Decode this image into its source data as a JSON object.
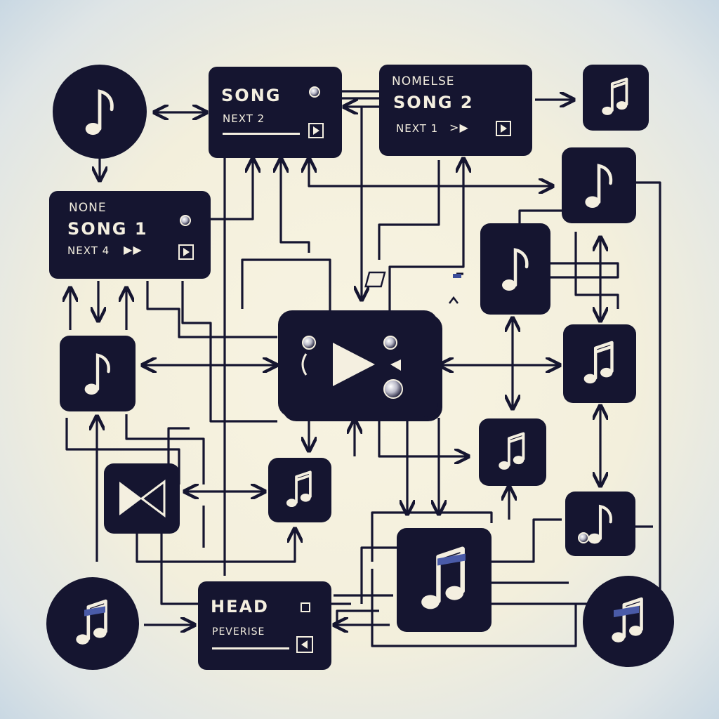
{
  "player_cards": {
    "song_card": {
      "title": "SONG",
      "next": "NEXT 2"
    },
    "song2_card": {
      "header": "NOMELSE",
      "title": "SONG 2",
      "next": "NEXT 1"
    },
    "song1_card": {
      "header": "NONE",
      "title": "SONG 1",
      "next": "NEXT 4"
    },
    "head_card": {
      "title": "HEAD",
      "sub": "PEVERISE"
    }
  },
  "colors": {
    "ink": "#151530",
    "paper": "#f4efe0"
  },
  "icons": [
    "music-note-icon",
    "play-icon",
    "bowtie-play-icon"
  ]
}
